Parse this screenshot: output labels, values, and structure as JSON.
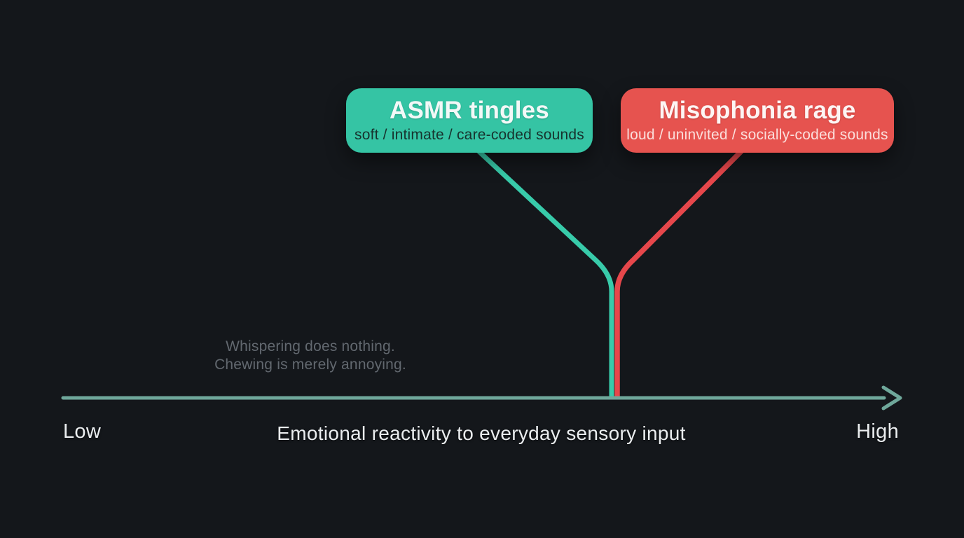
{
  "canvas": {
    "background": "#14171b"
  },
  "nodes": [
    {
      "id": "asmr-tingles",
      "title": "ASMR tingles",
      "subtitle": "soft / intimate / care-coded sounds",
      "box_color": "#35c4a4",
      "line_color": "#38cbaa",
      "title_color": "#f3f8f7",
      "subtitle_color": "#17332e"
    },
    {
      "id": "misophonia-rage",
      "title": "Misophonia rage",
      "subtitle": "loud / uninvited / socially-coded sounds",
      "box_color": "#e6534f",
      "line_color": "#e6474b",
      "title_color": "#fdf5f4",
      "subtitle_color": "#fbdedb"
    }
  ],
  "annotation": {
    "lines": [
      "Whispering does nothing.",
      "Chewing is merely annoying."
    ],
    "color": "#62686f"
  },
  "axis": {
    "label": "Emotional reactivity to everyday sensory input",
    "min_label": "Low",
    "max_label": "High",
    "line_color": "#6fa89b",
    "text_color": "#eaedef"
  }
}
